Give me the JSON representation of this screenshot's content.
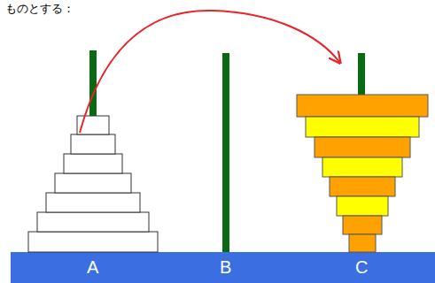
{
  "diagram": {
    "labels": [
      "ものとする：",
      "A",
      "B",
      "C"
    ]
  }
}
